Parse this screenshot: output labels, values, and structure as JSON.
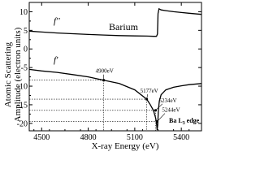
{
  "chart_data": {
    "type": "line",
    "xlabel": "X-ray Energy (eV)",
    "ylabel": [
      "Atomic Scattering",
      "Amplitude (electron units)"
    ],
    "xlim": [
      4420,
      5530
    ],
    "ylim": [
      -22,
      12.5
    ],
    "x_ticks": [
      4500,
      4800,
      5100,
      5400
    ],
    "y_ticks": [
      -20,
      -15,
      -10,
      -5,
      0,
      5,
      10
    ],
    "grid": false,
    "series": [
      {
        "name": "f''",
        "points": [
          [
            4420,
            4.8
          ],
          [
            4500,
            4.55
          ],
          [
            4600,
            4.3
          ],
          [
            4700,
            4.1
          ],
          [
            4800,
            3.9
          ],
          [
            4900,
            3.75
          ],
          [
            5000,
            3.6
          ],
          [
            5100,
            3.5
          ],
          [
            5177,
            3.45
          ],
          [
            5220,
            3.4
          ],
          [
            5240,
            3.4
          ],
          [
            5246,
            4.0
          ],
          [
            5250,
            9.5
          ],
          [
            5256,
            10.8
          ],
          [
            5270,
            10.5
          ],
          [
            5300,
            10.3
          ],
          [
            5350,
            10.0
          ],
          [
            5400,
            9.8
          ],
          [
            5450,
            9.6
          ],
          [
            5530,
            9.3
          ]
        ]
      },
      {
        "name": "f'",
        "points": [
          [
            4420,
            -5.5
          ],
          [
            4500,
            -5.9
          ],
          [
            4600,
            -6.3
          ],
          [
            4700,
            -6.9
          ],
          [
            4800,
            -7.5
          ],
          [
            4900,
            -8.4
          ],
          [
            5000,
            -9.3
          ],
          [
            5100,
            -11.0
          ],
          [
            5177,
            -13.5
          ],
          [
            5200,
            -15.0
          ],
          [
            5220,
            -16.5
          ],
          [
            5234,
            -18.5
          ],
          [
            5240,
            -19.8
          ],
          [
            5244,
            -21.8
          ],
          [
            5248,
            -20.5
          ],
          [
            5252,
            -16.5
          ],
          [
            5258,
            -14.0
          ],
          [
            5270,
            -12.3
          ],
          [
            5300,
            -11.0
          ],
          [
            5350,
            -10.3
          ],
          [
            5400,
            -9.9
          ],
          [
            5450,
            -9.6
          ],
          [
            5530,
            -9.3
          ]
        ]
      }
    ],
    "annotations": [
      {
        "label": "4900eV",
        "x": 4900,
        "y": -8.4
      },
      {
        "label": "5177eV",
        "x": 5177,
        "y": -13.5
      },
      {
        "label": "5234eV",
        "x": 5234,
        "y": -16.5
      },
      {
        "label": "5244eV",
        "x": 5244,
        "y": -19.5
      }
    ],
    "element_label": "Barium",
    "edge_label": "Ba L",
    "edge_label_sub": "3",
    "edge_label_suffix": " edge"
  }
}
